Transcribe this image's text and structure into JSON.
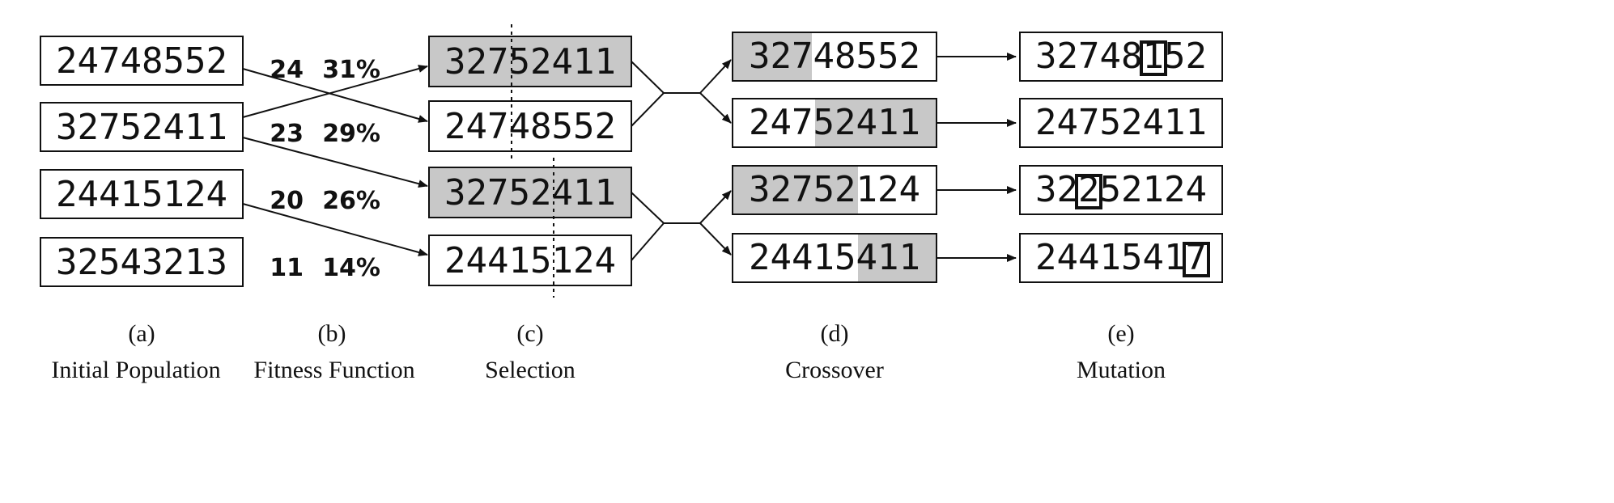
{
  "population": [
    "24748552",
    "32752411",
    "24415124",
    "32543213"
  ],
  "fitness": [
    {
      "score": "24",
      "percent": "31%"
    },
    {
      "score": "23",
      "percent": "29%"
    },
    {
      "score": "20",
      "percent": "26%"
    },
    {
      "score": "11",
      "percent": "14%"
    }
  ],
  "selection": [
    {
      "text": "32752411",
      "shaded": true
    },
    {
      "text": "24748552",
      "shaded": false
    },
    {
      "text": "32752411",
      "shaded": true
    },
    {
      "text": "24415124",
      "shaded": false
    }
  ],
  "crossover": [
    {
      "head": "327",
      "tail": "48552",
      "shaded_part": "head"
    },
    {
      "head": "247",
      "tail": "52411",
      "shaded_part": "tail"
    },
    {
      "head": "32752",
      "tail": "124",
      "shaded_part": "head"
    },
    {
      "head": "24415",
      "tail": "411",
      "shaded_part": "tail"
    }
  ],
  "mutation": [
    {
      "before": "32748",
      "mutated": "1",
      "after": "52"
    },
    {
      "before": "24752411",
      "mutated": "",
      "after": ""
    },
    {
      "before": "32",
      "mutated": "2",
      "after": "52124"
    },
    {
      "before": "2441541",
      "mutated": "7",
      "after": ""
    }
  ],
  "captions": [
    {
      "letter": "(a)",
      "label": "Initial Population"
    },
    {
      "letter": "(b)",
      "label": "Fitness Function"
    },
    {
      "letter": "(c)",
      "label": "Selection"
    },
    {
      "letter": "(d)",
      "label": "Crossover"
    },
    {
      "letter": "(e)",
      "label": "Mutation"
    }
  ],
  "colors": {
    "shade": "#c8c8c8",
    "ink": "#111111",
    "background": "#ffffff"
  }
}
